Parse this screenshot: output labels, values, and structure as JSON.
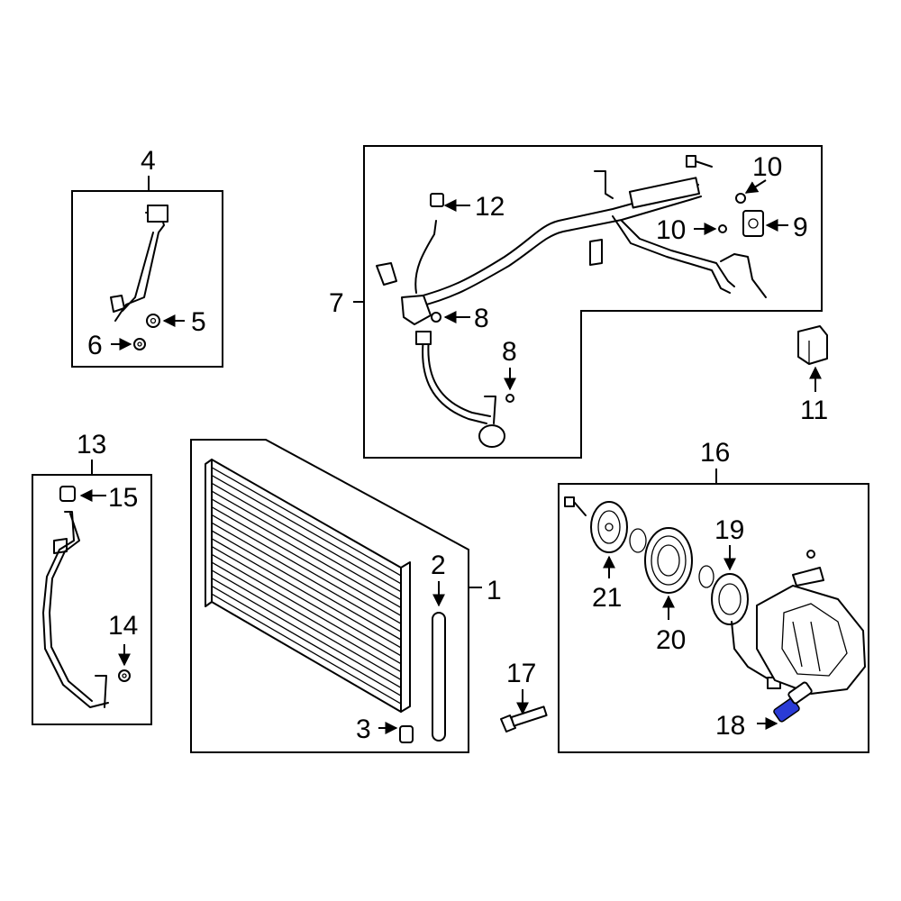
{
  "diagram": {
    "highlight_color": "#2a3bd6",
    "callouts": {
      "c1": "1",
      "c2": "2",
      "c3": "3",
      "c4": "4",
      "c5": "5",
      "c6": "6",
      "c7": "7",
      "c8a": "8",
      "c8b": "8",
      "c9": "9",
      "c10a": "10",
      "c10b": "10",
      "c11": "11",
      "c12": "12",
      "c13": "13",
      "c14": "14",
      "c15": "15",
      "c16": "16",
      "c17": "17",
      "c18": "18",
      "c19": "19",
      "c20": "20",
      "c21": "21"
    }
  }
}
